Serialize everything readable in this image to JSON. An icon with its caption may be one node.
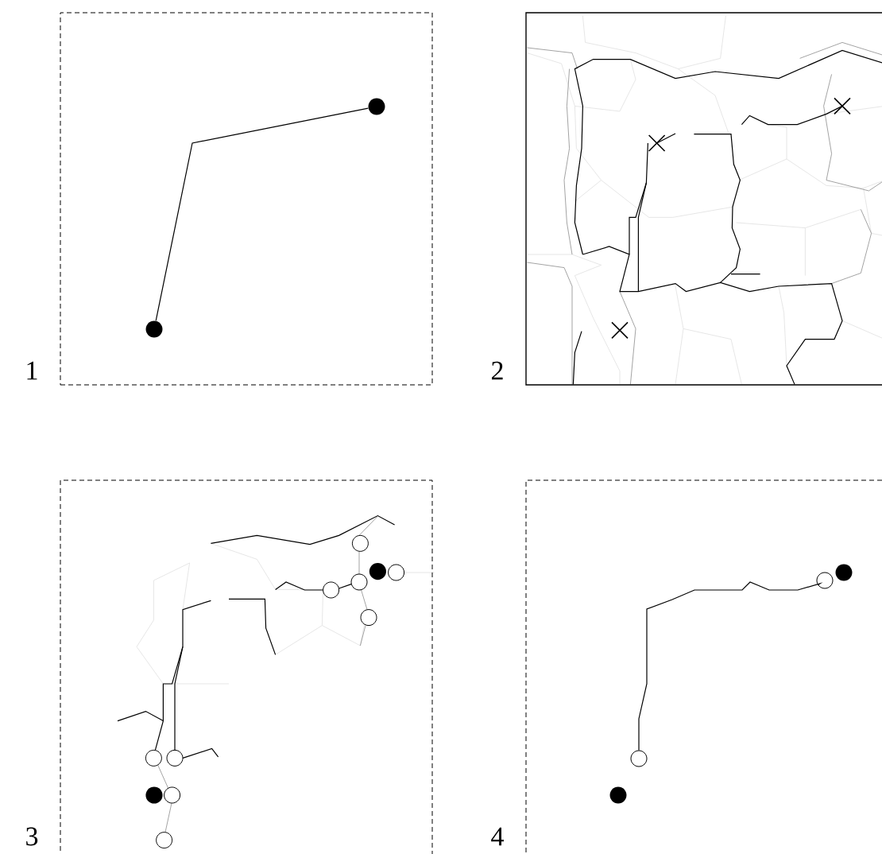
{
  "diagram": {
    "nodes": [
      {
        "text": [
          "1"
        ]
      },
      {
        "text": [
          "2"
        ]
      },
      {
        "text": [
          "3"
        ]
      },
      {
        "text": [
          "4"
        ]
      },
      {
        "text": [],
        "shape": "dot",
        "in": 0
      },
      {
        "text": [],
        "shape": "dot",
        "in": 0
      },
      {
        "text": [],
        "shape": "dot",
        "in": 3
      },
      {
        "text": [],
        "shape": "circle",
        "in": 3
      },
      {
        "text": [],
        "shape": "circle",
        "in": 3
      },
      {
        "text": [],
        "shape": "dot",
        "in": 3
      }
    ],
    "edges": [
      {
        "from": 4,
        "to": 5,
        "arrow": "none"
      },
      {
        "from": 7,
        "to": 8,
        "arrow": "none"
      }
    ]
  }
}
